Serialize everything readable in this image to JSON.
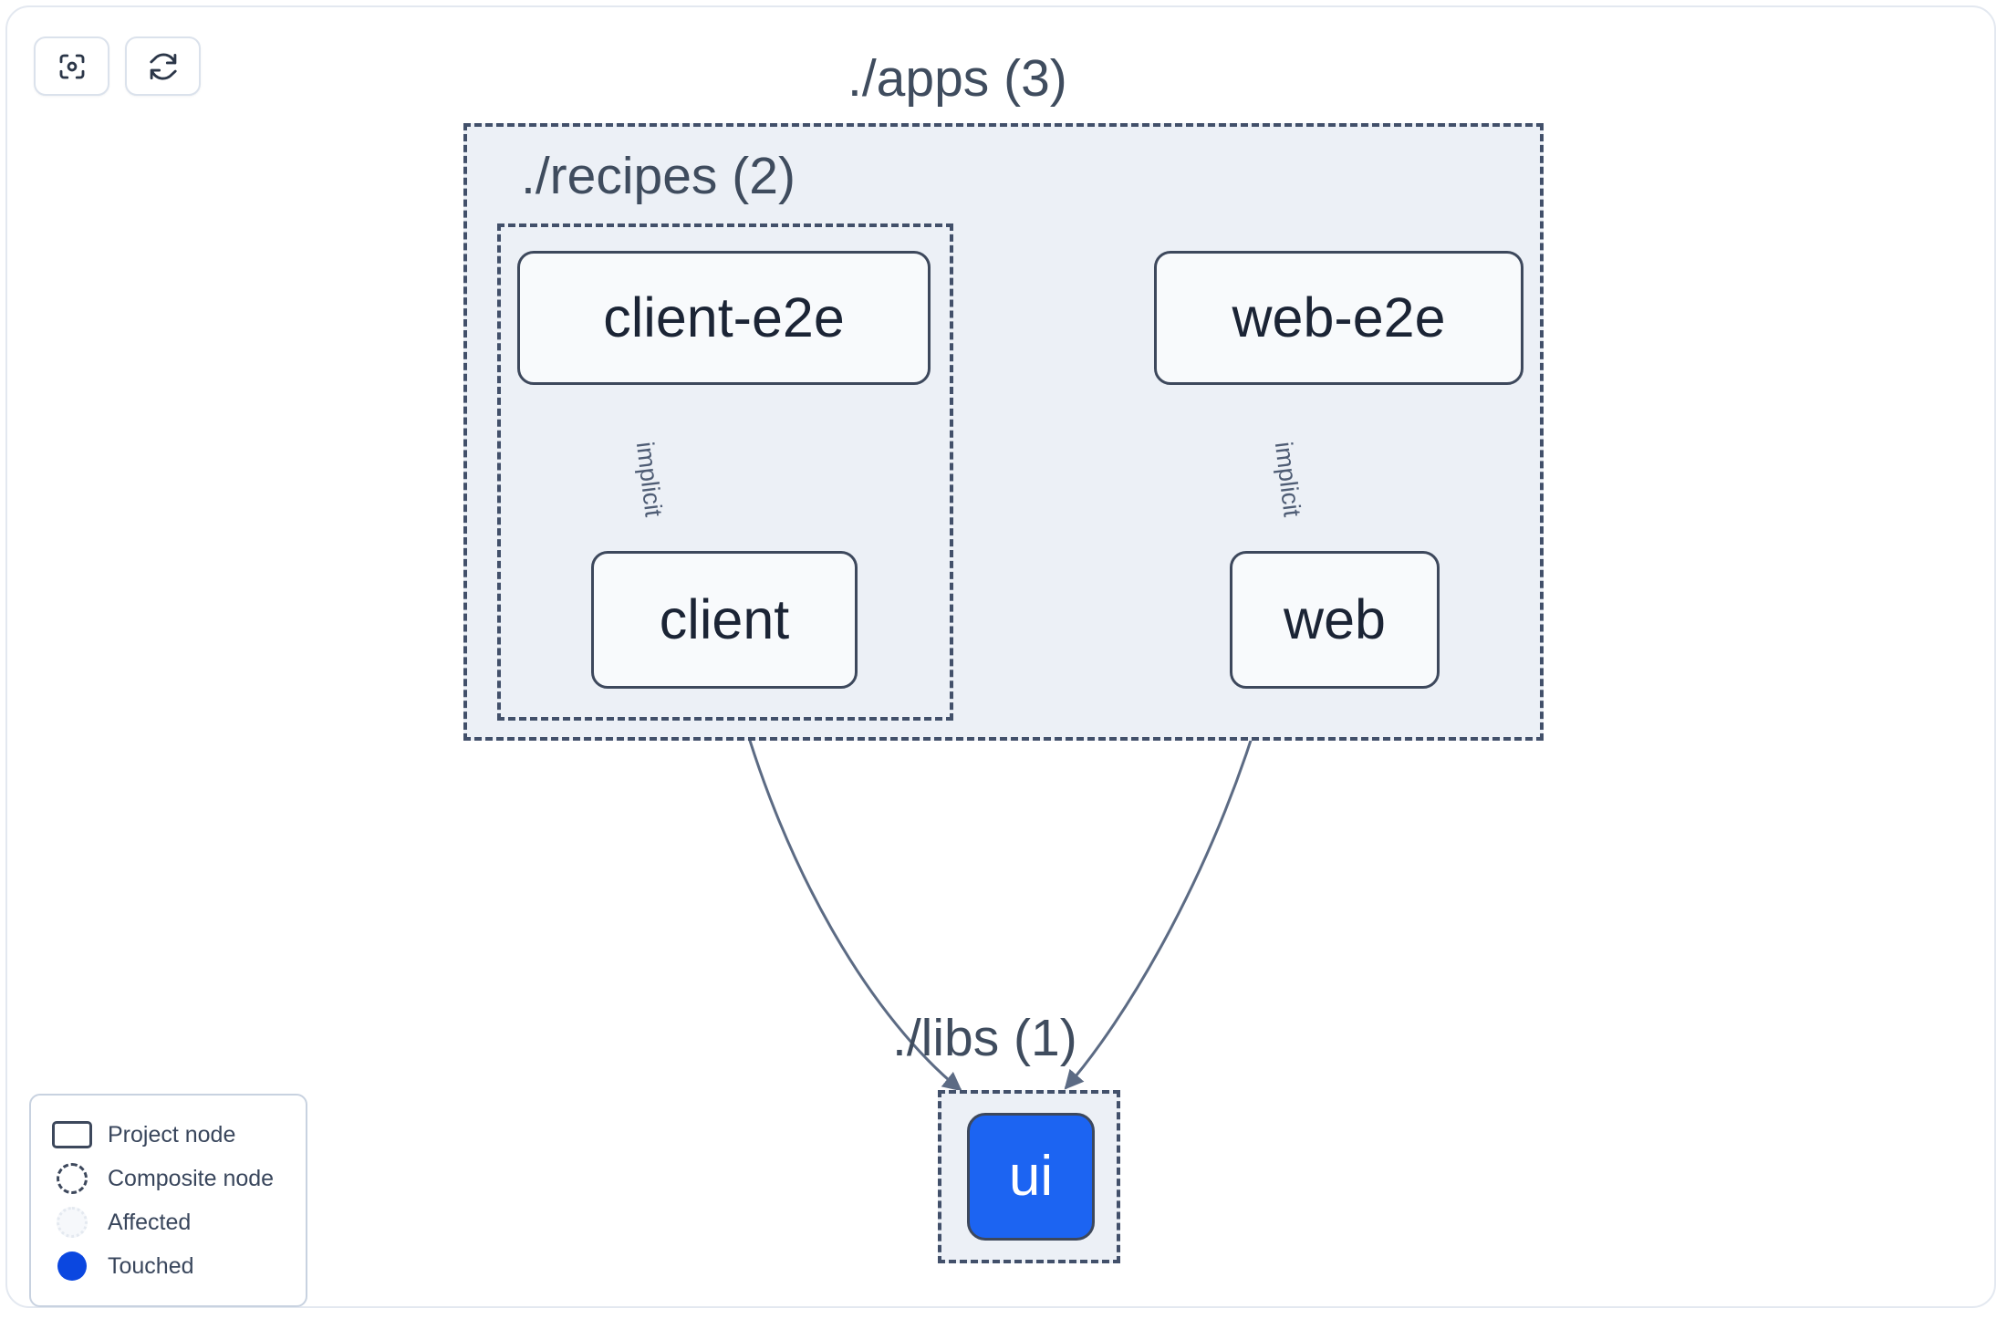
{
  "toolbar": {
    "buttons": [
      {
        "name": "focus-graph",
        "icon": "focus-icon",
        "label": ""
      },
      {
        "name": "refresh-graph",
        "icon": "refresh-icon",
        "label": ""
      }
    ]
  },
  "graph": {
    "groups": [
      {
        "id": "apps",
        "label": "./apps (3)"
      },
      {
        "id": "recipes",
        "label": "./recipes (2)"
      },
      {
        "id": "libs",
        "label": "./libs (1)"
      }
    ],
    "nodes": [
      {
        "id": "client-e2e",
        "label": "client-e2e",
        "state": "normal"
      },
      {
        "id": "web-e2e",
        "label": "web-e2e",
        "state": "normal"
      },
      {
        "id": "client",
        "label": "client",
        "state": "normal"
      },
      {
        "id": "web",
        "label": "web",
        "state": "normal"
      },
      {
        "id": "ui",
        "label": "ui",
        "state": "touched"
      }
    ],
    "edges": [
      {
        "from": "client-e2e",
        "to": "client",
        "label": "implicit"
      },
      {
        "from": "web-e2e",
        "to": "web",
        "label": "implicit"
      },
      {
        "from": "client",
        "to": "ui",
        "label": ""
      },
      {
        "from": "web",
        "to": "ui",
        "label": ""
      }
    ]
  },
  "legend": {
    "items": [
      {
        "swatch": "project-node-swatch",
        "label": "Project node"
      },
      {
        "swatch": "composite-node-swatch",
        "label": "Composite node"
      },
      {
        "swatch": "affected-swatch",
        "label": "Affected"
      },
      {
        "swatch": "touched-swatch",
        "label": "Touched"
      }
    ]
  },
  "colors": {
    "touched": "#1c64f2",
    "legend_touched": "#0b47e0",
    "group_fill": "#ecf0f6",
    "group_border": "#42506a",
    "node_border": "#3d485c",
    "node_fill": "#f8fafc",
    "edge": "#5c6b84",
    "canvas_border": "#e3e8f0"
  }
}
